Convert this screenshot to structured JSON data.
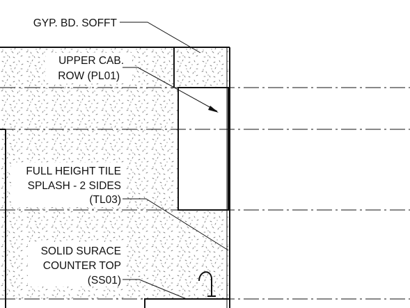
{
  "notes": {
    "soffit": "GYP. BD. SOFFT",
    "upper_cab_1": "UPPER CAB.",
    "upper_cab_2": "ROW (PL01)",
    "tile_1": "FULL HEIGHT TILE",
    "tile_2": "SPLASH - 2 SIDES",
    "tile_3": "(TL03)",
    "counter_1": "SOLID SURACE",
    "counter_2": "COUNTER TOP",
    "counter_3": "(SS01)"
  },
  "colors": {
    "ink": "#111111",
    "background": "#ffffff"
  }
}
